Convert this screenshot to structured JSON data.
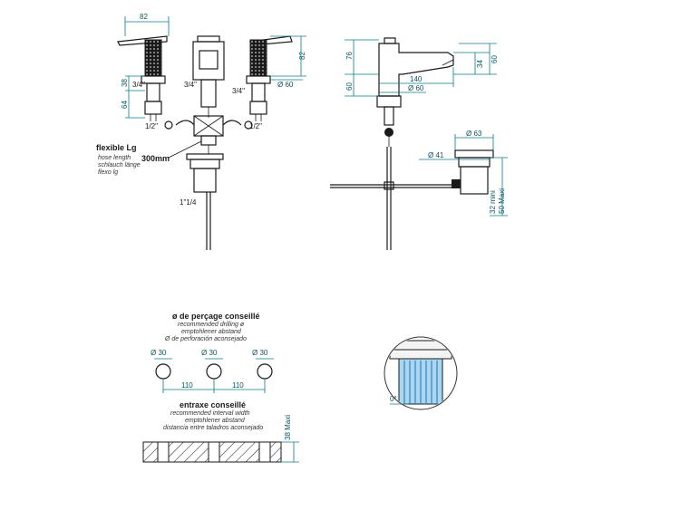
{
  "dims": {
    "top_width": "82",
    "right_height_82": "82",
    "dia_60_a": "Ø 60",
    "h38": "38",
    "h64": "64",
    "thread_34_left": "3/4\"",
    "thread_34_mid": "3/4\"",
    "thread_34_right": "3/4\"",
    "thread_12_left": "1/2\"",
    "thread_12_right": "1/2\"",
    "drain_thread": "1\"1/4",
    "side_76": "76",
    "side_60_left": "60",
    "side_140": "140",
    "side_dia_60": "Ø 60",
    "side_34": "34",
    "side_60_right": "60",
    "side_dia_63": "Ø 63",
    "side_dia_41": "Ø 41",
    "side_32_50": "32 mini\n50 Maxi",
    "drill_30_a": "Ø 30",
    "drill_30_b": "Ø 30",
    "drill_30_c": "Ø 30",
    "spacing_110_a": "110",
    "spacing_110_b": "110",
    "deck_38": "38 Maxi",
    "angle": "0°"
  },
  "hose": {
    "title": "flexible Lg",
    "line1": "hose length",
    "line2": "schlauch länge",
    "line3": "flexo lg",
    "length": "300mm"
  },
  "drilling": {
    "title": "ø de perçage conseillé",
    "line1": "recommended drilling ø",
    "line2": "emptohlener abstand",
    "line3": "Ø de perforación aconsejado"
  },
  "interval": {
    "title": "entraxe conseillé",
    "line1": "recommended interval width",
    "line2": "emptohlener abstand",
    "line3": "distancia entre taladros aconsejado"
  },
  "colors": {
    "dimension": "#0a7b8a",
    "line": "#1a1a1a",
    "aerator_fill": "#a9d6f0"
  }
}
